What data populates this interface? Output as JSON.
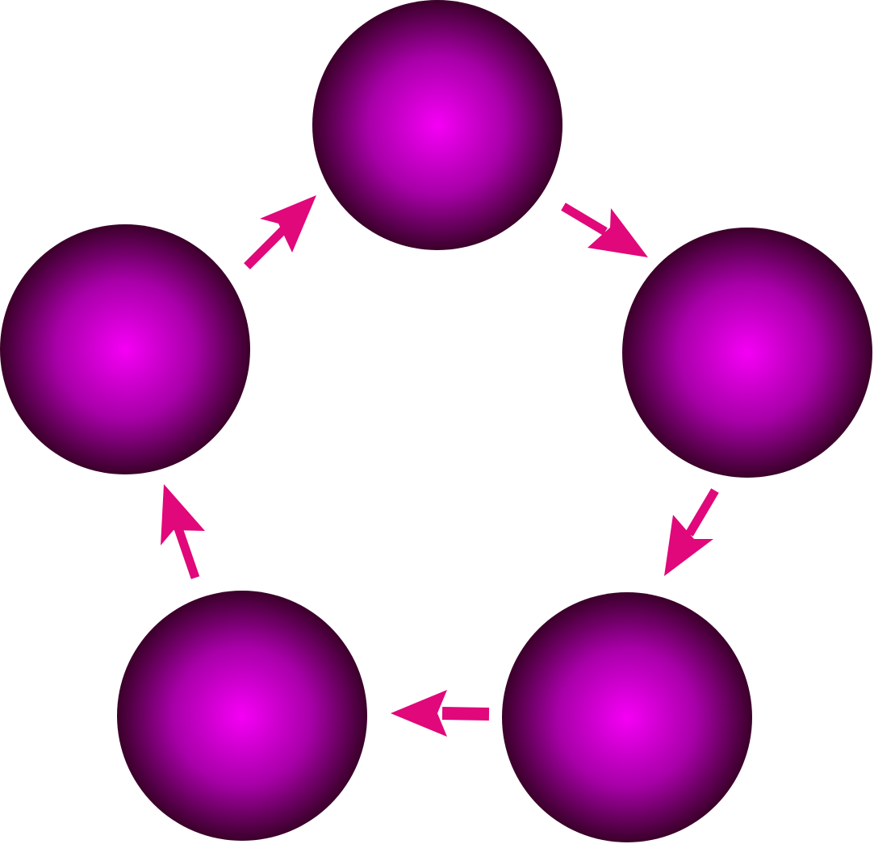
{
  "diagram": {
    "type": "cycle",
    "node_count": 5,
    "direction": "clockwise",
    "colors": {
      "background": "#ffffff",
      "node_center": "#f500f5",
      "node_mid": "#a800a8",
      "node_edge": "#3a0029",
      "arrow": "#e0087a"
    },
    "nodes": [
      {
        "id": "node-top",
        "label": ""
      },
      {
        "id": "node-right",
        "label": ""
      },
      {
        "id": "node-bottom-right",
        "label": ""
      },
      {
        "id": "node-bottom-left",
        "label": ""
      },
      {
        "id": "node-left",
        "label": ""
      }
    ],
    "arrows": [
      {
        "from": "node-top",
        "to": "node-right"
      },
      {
        "from": "node-right",
        "to": "node-bottom-right"
      },
      {
        "from": "node-bottom-right",
        "to": "node-bottom-left"
      },
      {
        "from": "node-bottom-left",
        "to": "node-left"
      },
      {
        "from": "node-left",
        "to": "node-top"
      }
    ]
  }
}
